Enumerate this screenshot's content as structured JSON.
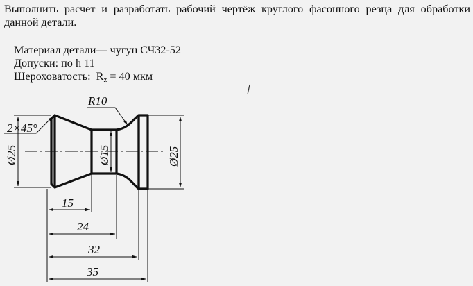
{
  "task_text": "Выполнить расчет и разработать рабочий чертёж круглого фасонного резца для обработки данной детали.",
  "specs": {
    "material": "Материал детали— чугун СЧ32-52",
    "tolerance": "Допуски: по h 11",
    "roughness_label": "Шероховатость:",
    "roughness_symbol": "R",
    "roughness_subscript": "z",
    "roughness_value": "= 40 мкм"
  },
  "drawing": {
    "radius_label": "R10",
    "chamfer_label": "2×45°",
    "left_diameter": "Ø25",
    "center_diameter": "Ø15",
    "right_diameter": "Ø25",
    "length_15": "15",
    "length_24": "24",
    "length_32": "32",
    "length_35": "35"
  }
}
